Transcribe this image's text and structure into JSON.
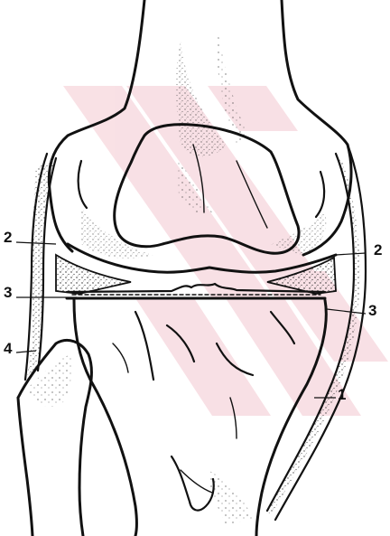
{
  "labels": {
    "l1": "1",
    "l2_left": "2",
    "l2_right": "2",
    "l3_left": "3",
    "l3_right": "3",
    "l4": "4"
  },
  "colors": {
    "ink": "#111111",
    "watermark": "#f4c8d0",
    "background": "#ffffff"
  }
}
